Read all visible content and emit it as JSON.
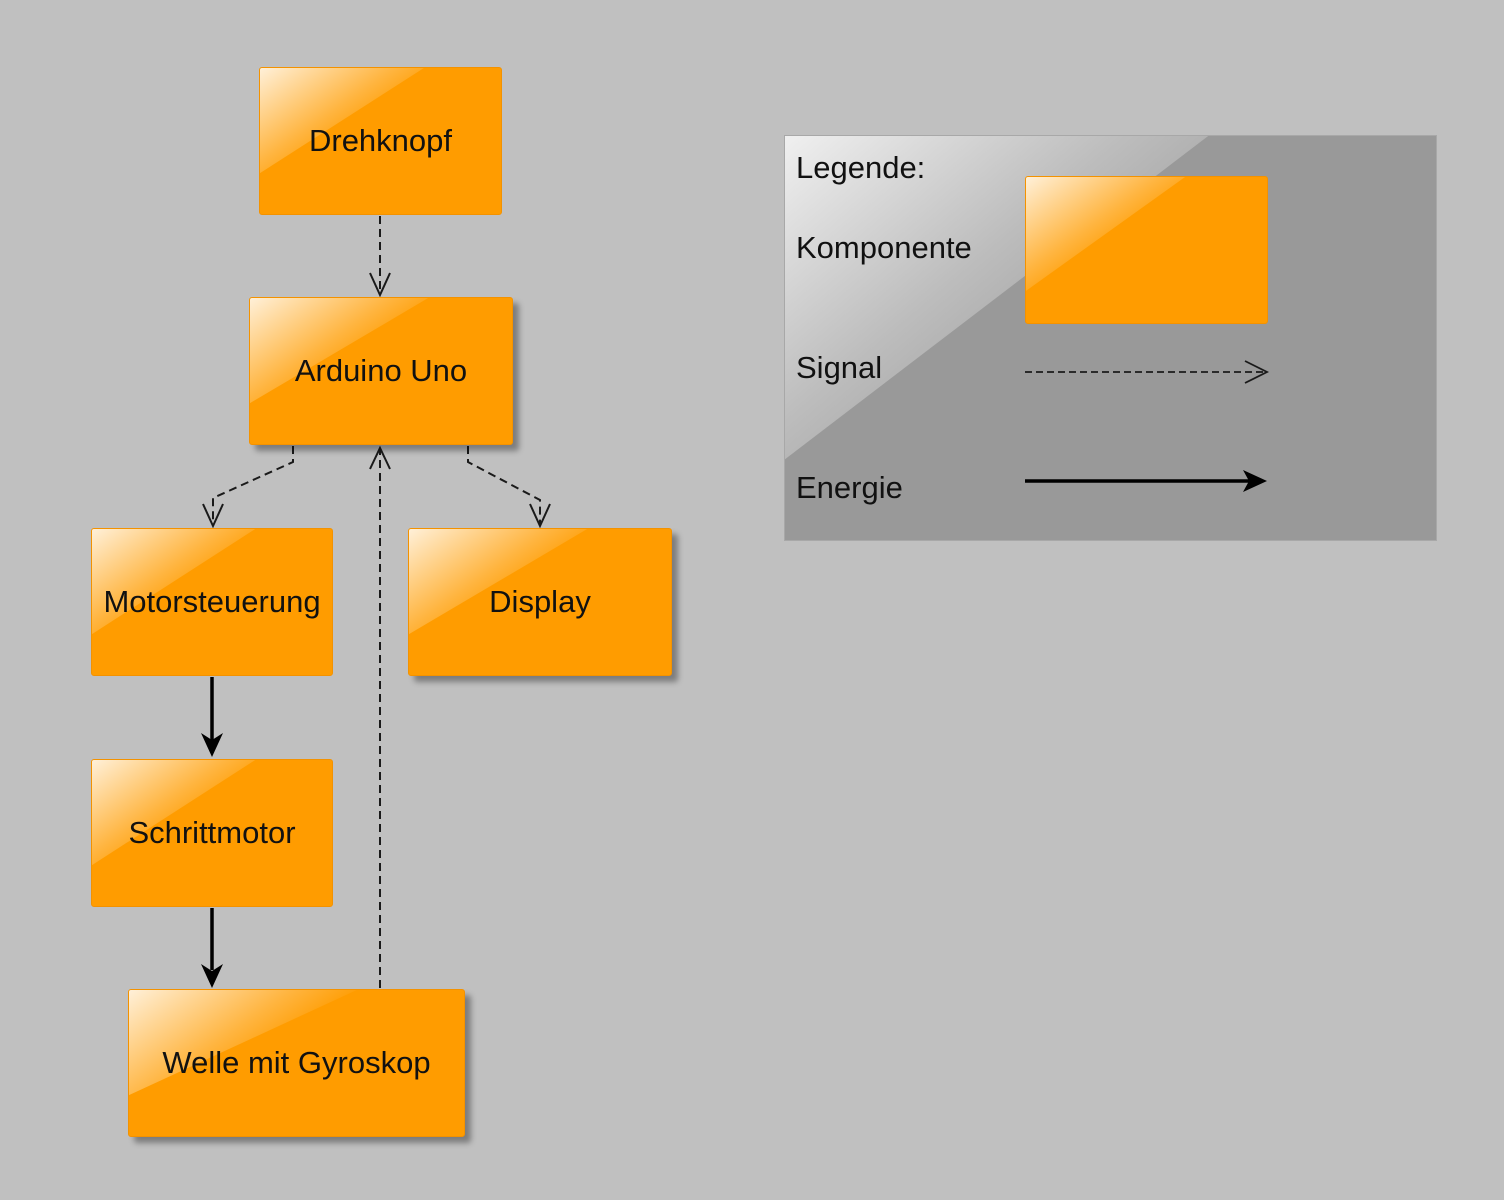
{
  "diagram": {
    "background_color": "#c0c0c0",
    "component_color": "#ff9c00",
    "nodes": [
      {
        "id": "drehknopf",
        "label": "Drehknopf"
      },
      {
        "id": "arduino",
        "label": "Arduino Uno"
      },
      {
        "id": "motorsteuerung",
        "label": "Motorsteuerung"
      },
      {
        "id": "display",
        "label": "Display"
      },
      {
        "id": "schrittmotor",
        "label": "Schrittmotor"
      },
      {
        "id": "welle",
        "label": "Welle mit Gyroskop"
      }
    ],
    "edges": [
      {
        "from": "drehknopf",
        "to": "arduino",
        "type": "signal"
      },
      {
        "from": "arduino",
        "to": "motorsteuerung",
        "type": "signal"
      },
      {
        "from": "arduino",
        "to": "display",
        "type": "signal"
      },
      {
        "from": "welle",
        "to": "arduino",
        "type": "signal"
      },
      {
        "from": "motorsteuerung",
        "to": "schrittmotor",
        "type": "energy"
      },
      {
        "from": "schrittmotor",
        "to": "welle",
        "type": "energy"
      }
    ]
  },
  "legend": {
    "title": "Legende:",
    "items": [
      {
        "label": "Komponente",
        "symbol": "orange-box"
      },
      {
        "label": "Signal",
        "symbol": "dashed-open-arrow"
      },
      {
        "label": "Energie",
        "symbol": "solid-filled-arrow"
      }
    ],
    "background_color": "#999999"
  }
}
